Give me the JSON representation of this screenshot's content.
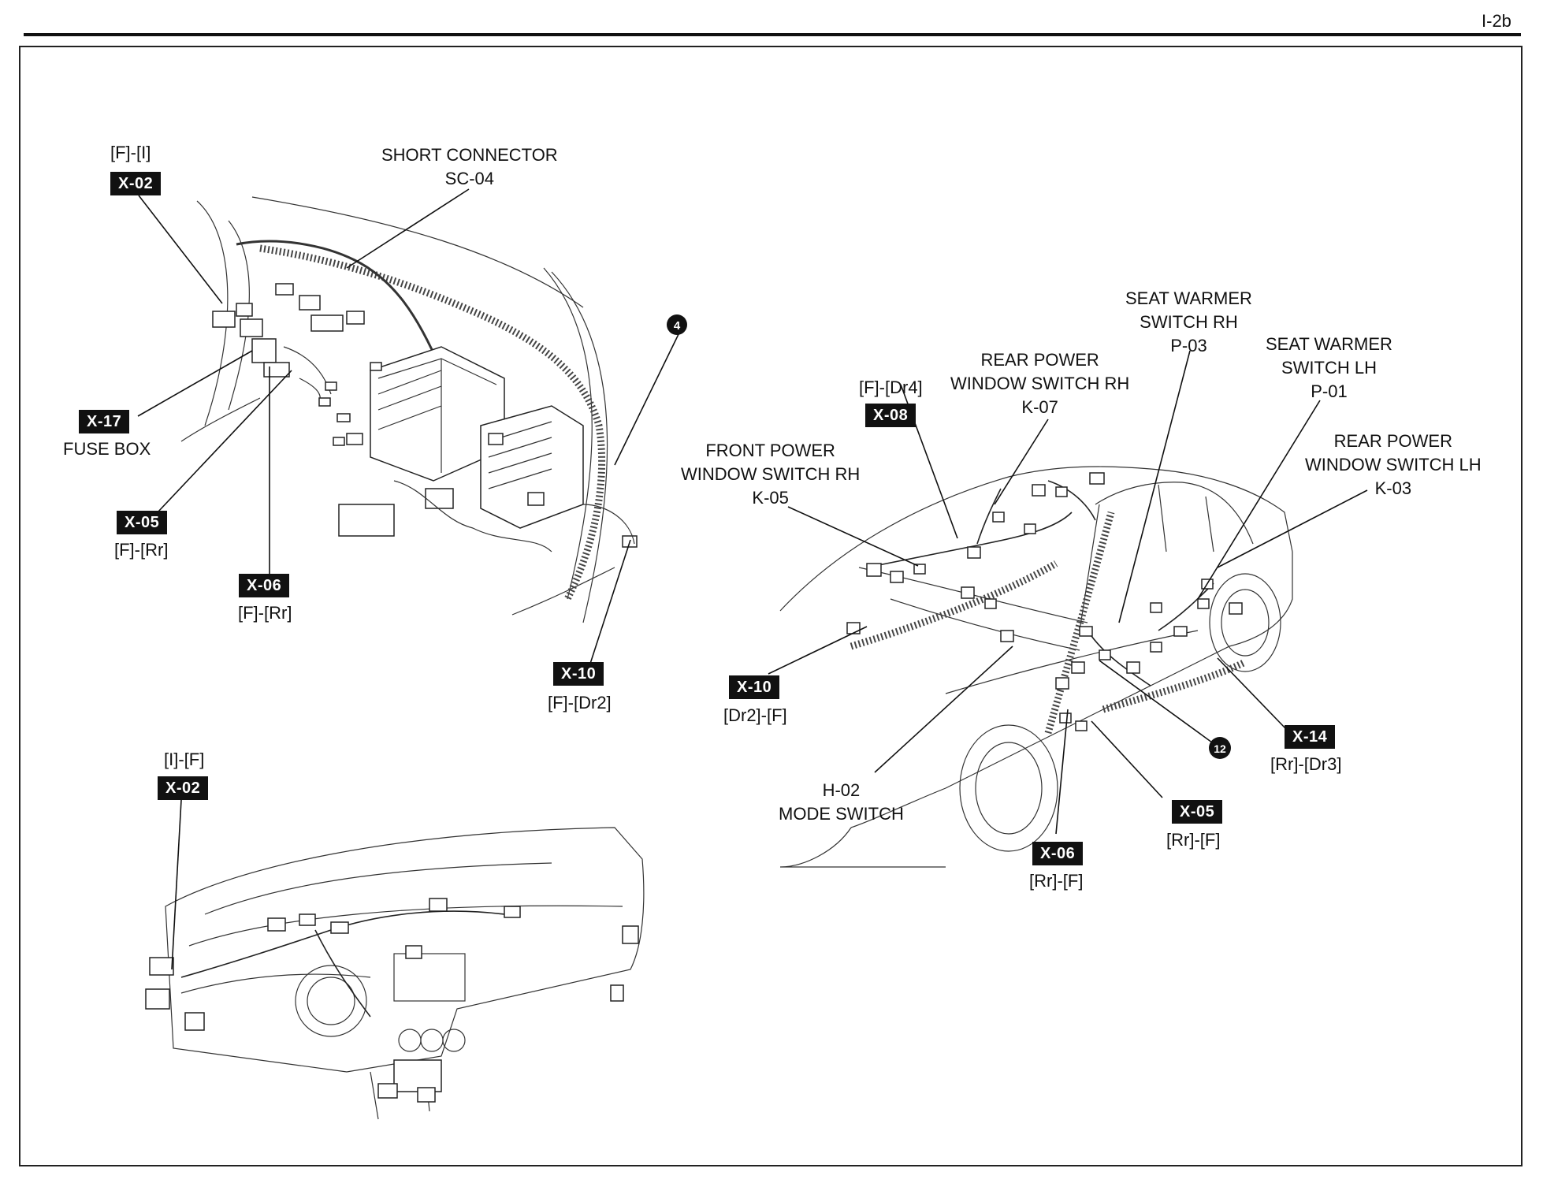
{
  "page": {
    "number": "I-2b"
  },
  "upper_left": {
    "x02_top": "[F]-[I]",
    "x02_code": "X-02",
    "short_connector_title": "SHORT CONNECTOR",
    "short_connector_code": "SC-04",
    "x17_code": "X-17",
    "x17_label": "FUSE BOX",
    "x05_code": "X-05",
    "x05_label": "[F]-[Rr]",
    "x06_code": "X-06",
    "x06_label": "[F]-[Rr]",
    "x10_code": "X-10",
    "x10_label": "[F]-[Dr2]",
    "ground_badge": "4"
  },
  "lower_left": {
    "x02_top": "[I]-[F]",
    "x02_code": "X-02"
  },
  "right": {
    "x08_top": "[F]-[Dr4]",
    "x08_code": "X-08",
    "rear_rh_line1": "REAR POWER",
    "rear_rh_line2": "WINDOW SWITCH RH",
    "rear_rh_code": "K-07",
    "seat_rh_line1": "SEAT WARMER",
    "seat_rh_line2": "SWITCH RH",
    "seat_rh_code": "P-03",
    "seat_lh_line1": "SEAT WARMER",
    "seat_lh_line2": "SWITCH LH",
    "seat_lh_code": "P-01",
    "rear_lh_line1": "REAR POWER",
    "rear_lh_line2": "WINDOW SWITCH LH",
    "rear_lh_code": "K-03",
    "front_rh_line1": "FRONT POWER",
    "front_rh_line2": "WINDOW SWITCH RH",
    "front_rh_code": "K-05",
    "x10_code": "X-10",
    "x10_label": "[Dr2]-[F]",
    "h02_code": "H-02",
    "h02_label": "MODE SWITCH",
    "x06_code": "X-06",
    "x06_label": "[Rr]-[F]",
    "x05_code": "X-05",
    "x05_label": "[Rr]-[F]",
    "x14_code": "X-14",
    "x14_label": "[Rr]-[Dr3]",
    "ground_badge": "12"
  },
  "colors": {
    "ink": "#111111",
    "paper": "#ffffff",
    "code_box": "#111111",
    "code_text": "#ffffff"
  }
}
